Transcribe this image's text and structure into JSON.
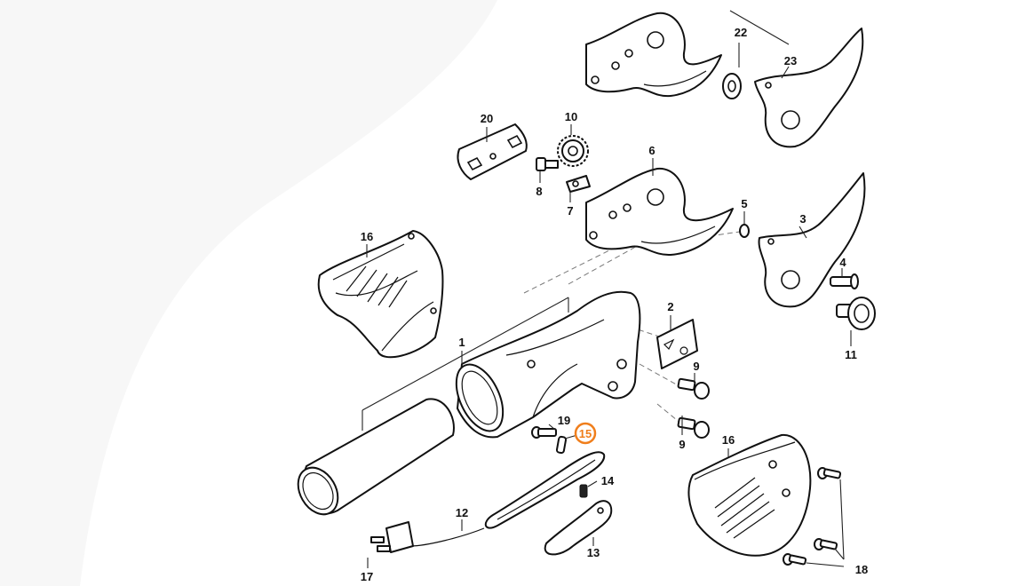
{
  "diagram": {
    "highlight_color": "#f07e1b",
    "line_color": "#111111",
    "labels": {
      "p1": "1",
      "p2": "2",
      "p3": "3",
      "p4": "4",
      "p5": "5",
      "p6": "6",
      "p7": "7",
      "p8": "8",
      "p9a": "9",
      "p9b": "9",
      "p10": "10",
      "p11": "11",
      "p12": "12",
      "p13": "13",
      "p14": "14",
      "p15": "15",
      "p16a": "16",
      "p16b": "16",
      "p17": "17",
      "p18": "18",
      "p19": "19",
      "p20": "20",
      "p22": "22",
      "p23": "23"
    }
  }
}
